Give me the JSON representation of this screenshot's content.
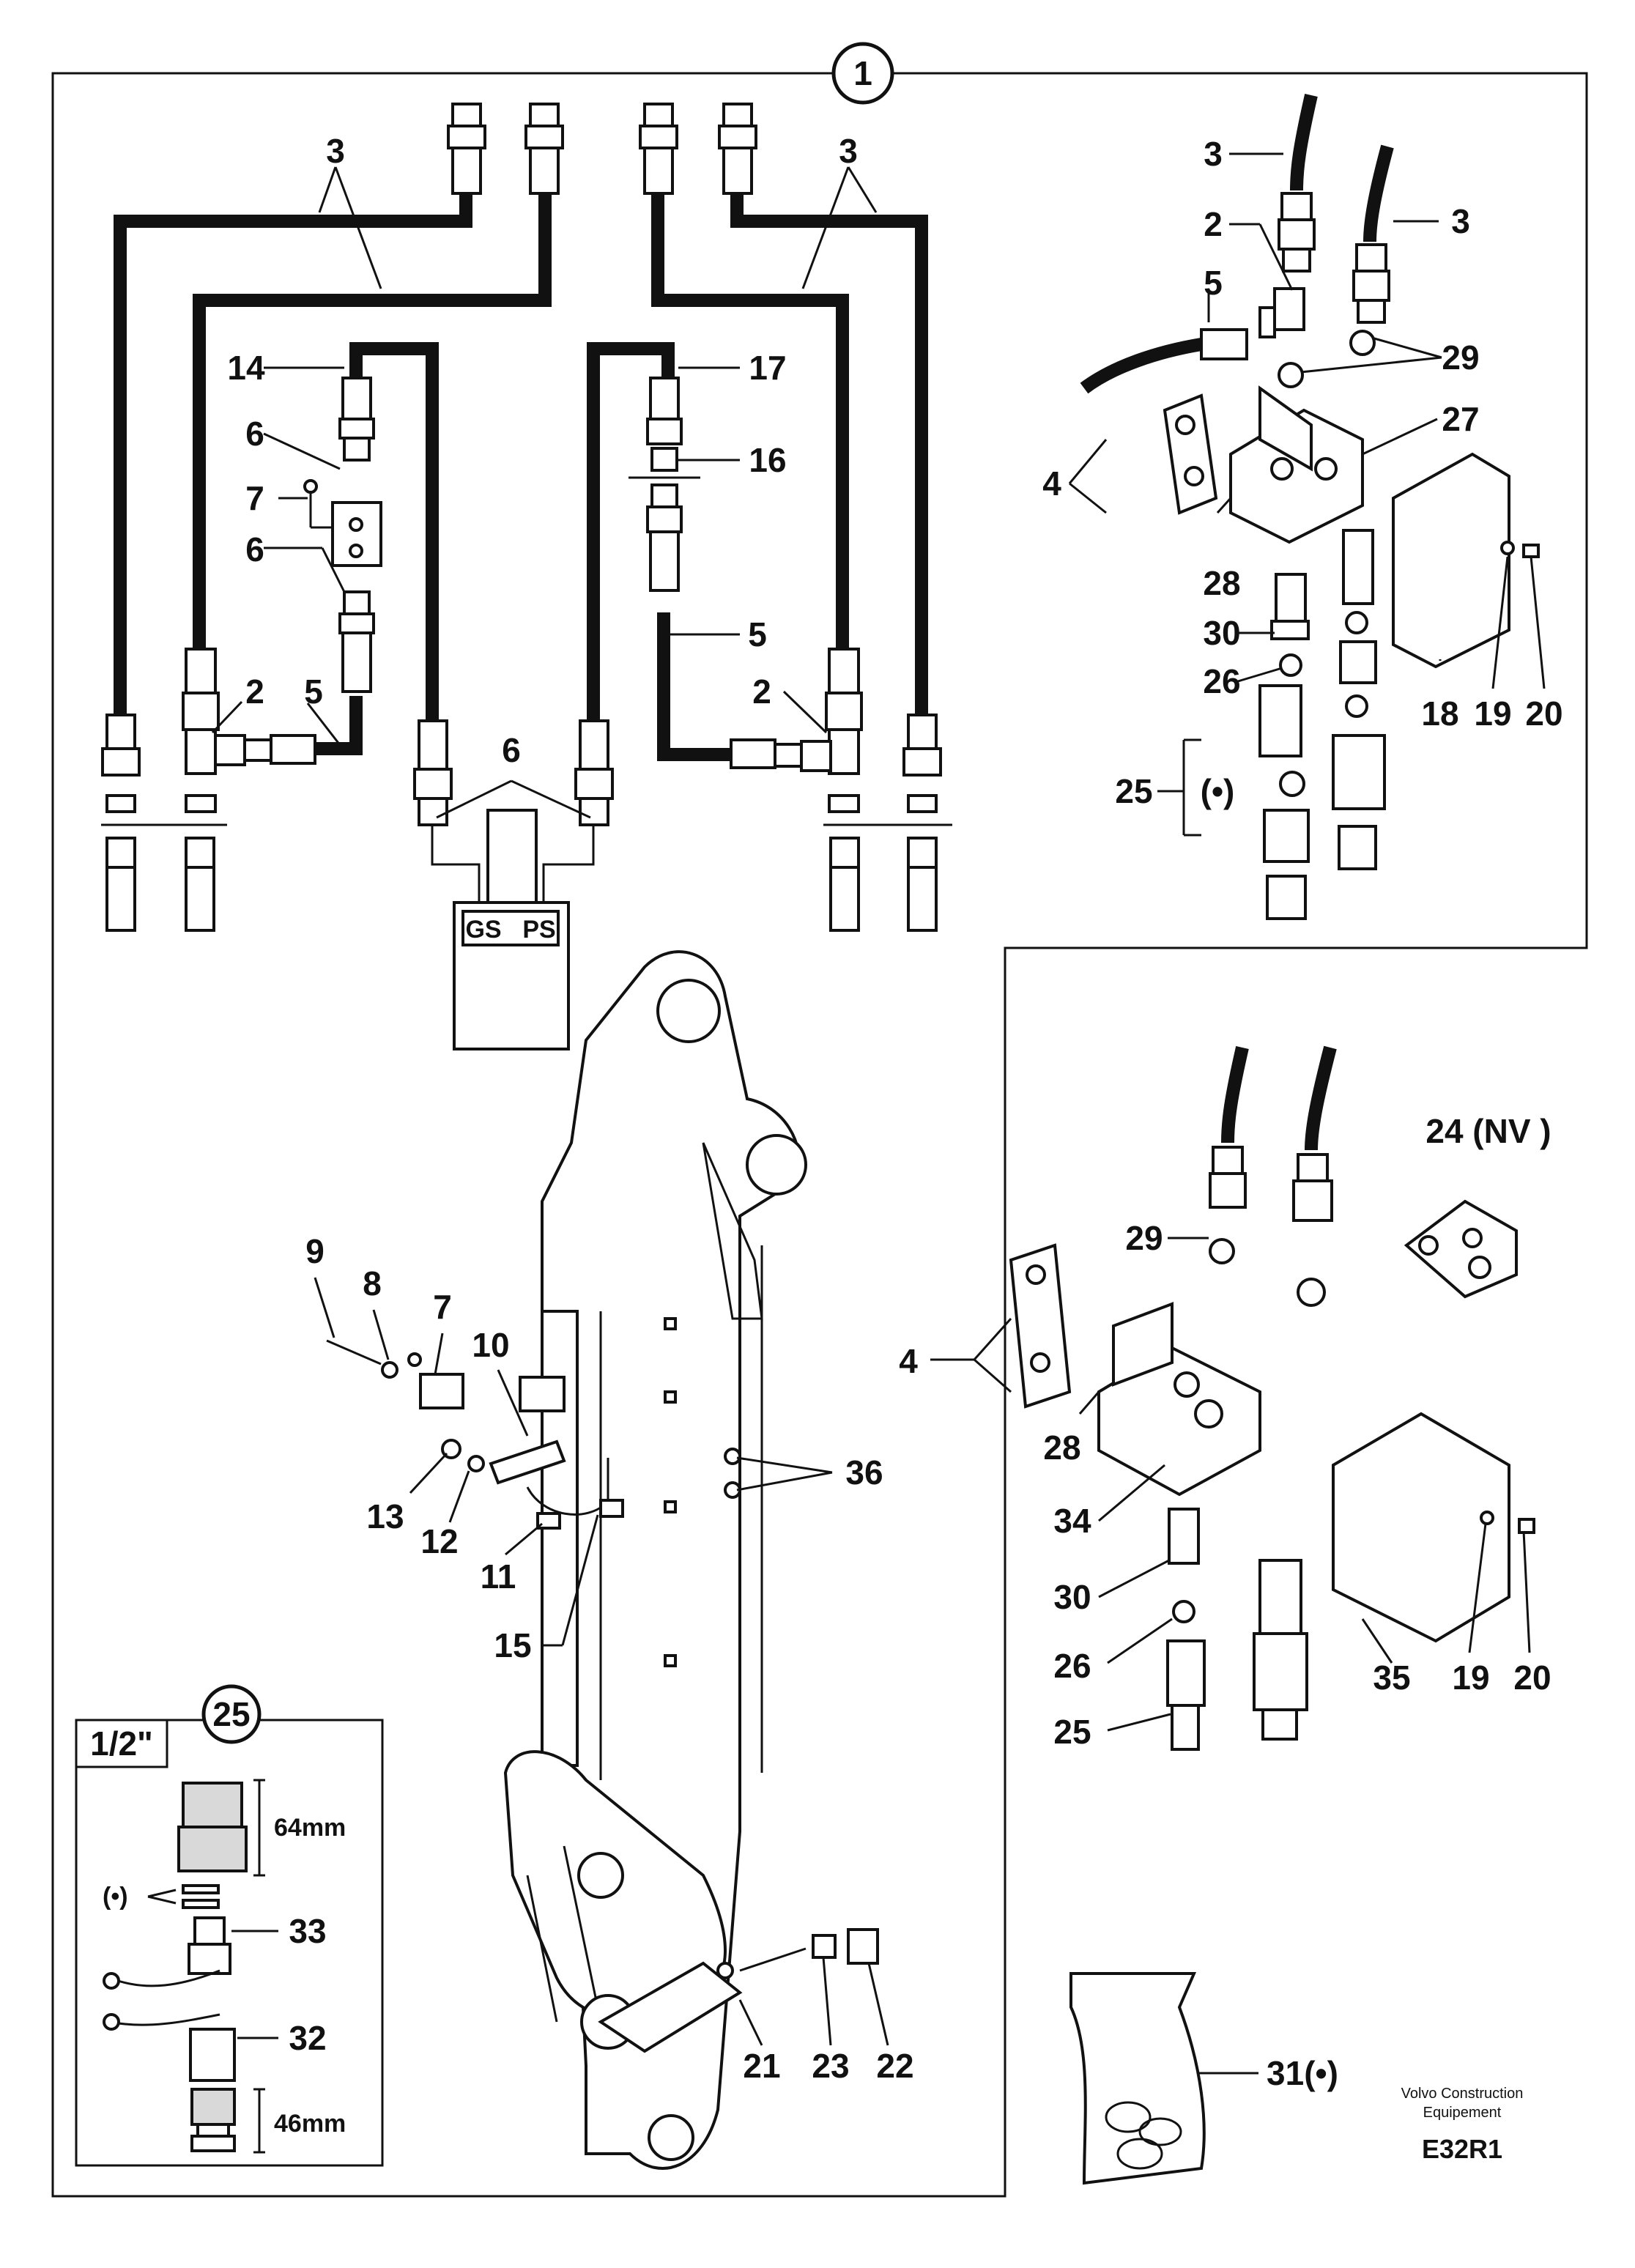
{
  "diagram": {
    "main_ref": "1",
    "kit_ref": "25",
    "kit_size": "1/2\"",
    "dim_top": "64mm",
    "dim_bottom": "46mm",
    "optional_mark": "(•)",
    "label_24": "24 (NV )",
    "label_31": "31(•)",
    "label_25_opt": "25",
    "brand_line1": "Volvo Construction",
    "brand_line2": "Equipement",
    "code": "E32R1",
    "valve_gs": "GS",
    "valve_ps": "PS"
  },
  "labels": {
    "n2": "2",
    "n3": "3",
    "n4": "4",
    "n5": "5",
    "n6": "6",
    "n7": "7",
    "n8": "8",
    "n9": "9",
    "n10": "10",
    "n11": "11",
    "n12": "12",
    "n13": "13",
    "n14": "14",
    "n15": "15",
    "n16": "16",
    "n17": "17",
    "n18": "18",
    "n19": "19",
    "n20": "20",
    "n21": "21",
    "n22": "22",
    "n23": "23",
    "n26": "26",
    "n27": "27",
    "n28": "28",
    "n29": "29",
    "n30": "30",
    "n32": "32",
    "n33": "33",
    "n34": "34",
    "n35": "35",
    "n36": "36"
  }
}
